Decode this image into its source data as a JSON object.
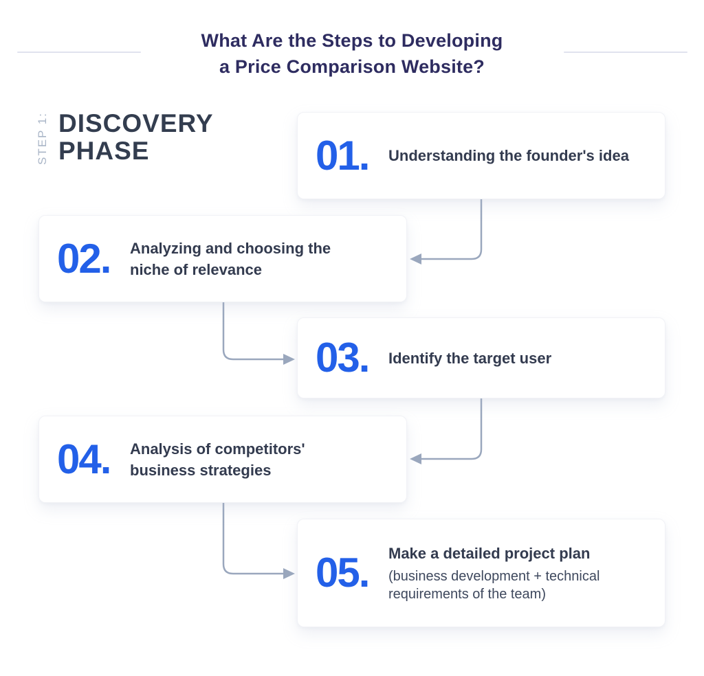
{
  "title": {
    "line1": "What Are the Steps to Developing",
    "line2": "a Price Comparison Website?"
  },
  "step_header": {
    "label": "STEP 1:",
    "phase_line1": "DISCOVERY",
    "phase_line2": "PHASE"
  },
  "steps": [
    {
      "number": "01.",
      "title": "Understanding the founder's idea"
    },
    {
      "number": "02.",
      "title": "Analyzing and choosing the niche of relevance"
    },
    {
      "number": "03.",
      "title": "Identify the target user"
    },
    {
      "number": "04.",
      "title": "Analysis of competitors' business strategies"
    },
    {
      "number": "05.",
      "title": "Make a detailed project plan",
      "subtitle": "(business development + technical requirements of the team)"
    }
  ],
  "colors": {
    "accent_blue": "#2360e8",
    "title_navy": "#2e2c60",
    "heading_slate": "#333d4f",
    "body_slate": "#333b4f",
    "subtitle_slate": "#3e485d",
    "step_label_gray": "#a9b5c7",
    "connector_gray": "#9aa7bd",
    "divider_gray": "#e0e2ee",
    "card_background": "#ffffff"
  }
}
